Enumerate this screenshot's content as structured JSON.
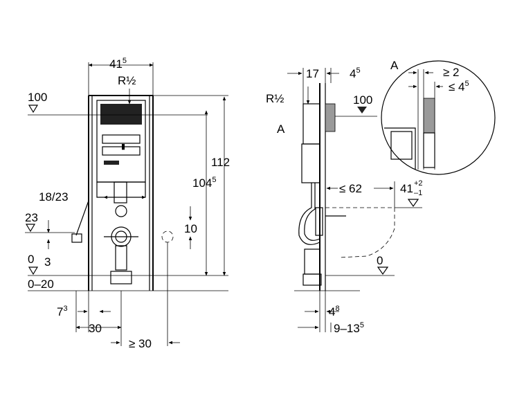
{
  "front": {
    "width": "41",
    "width_sup": "5",
    "pipe": "R½",
    "level_100": "100",
    "height_112": "112",
    "height_104": "104",
    "height_104_sup": "5",
    "spacing": "18/23",
    "level_23": "23",
    "offset_3": "3",
    "gap_10": "10",
    "level_0": "0",
    "range_0_20": "0–20",
    "dim_7": "7",
    "dim_7_sup": "3",
    "dim_30": "30",
    "dim_min_30": "≥ 30"
  },
  "side": {
    "dim_17": "17",
    "dim_4_5": "4",
    "dim_4_5_sup": "5",
    "pipe": "R½",
    "label_a": "A",
    "level_100": "100",
    "reach": "≤ 62",
    "height_41": "41",
    "height_41_sup_top": "+2",
    "height_41_sup_bot": "–1",
    "level_0": "0",
    "dim_4_8": "4",
    "dim_4_8_sup": "8",
    "range_9_13": "9–13",
    "range_9_13_sup": "5"
  },
  "detail": {
    "label": "A",
    "min_gap": "≥ 2",
    "max_gap": "≤ 4",
    "max_gap_sup": "5"
  }
}
